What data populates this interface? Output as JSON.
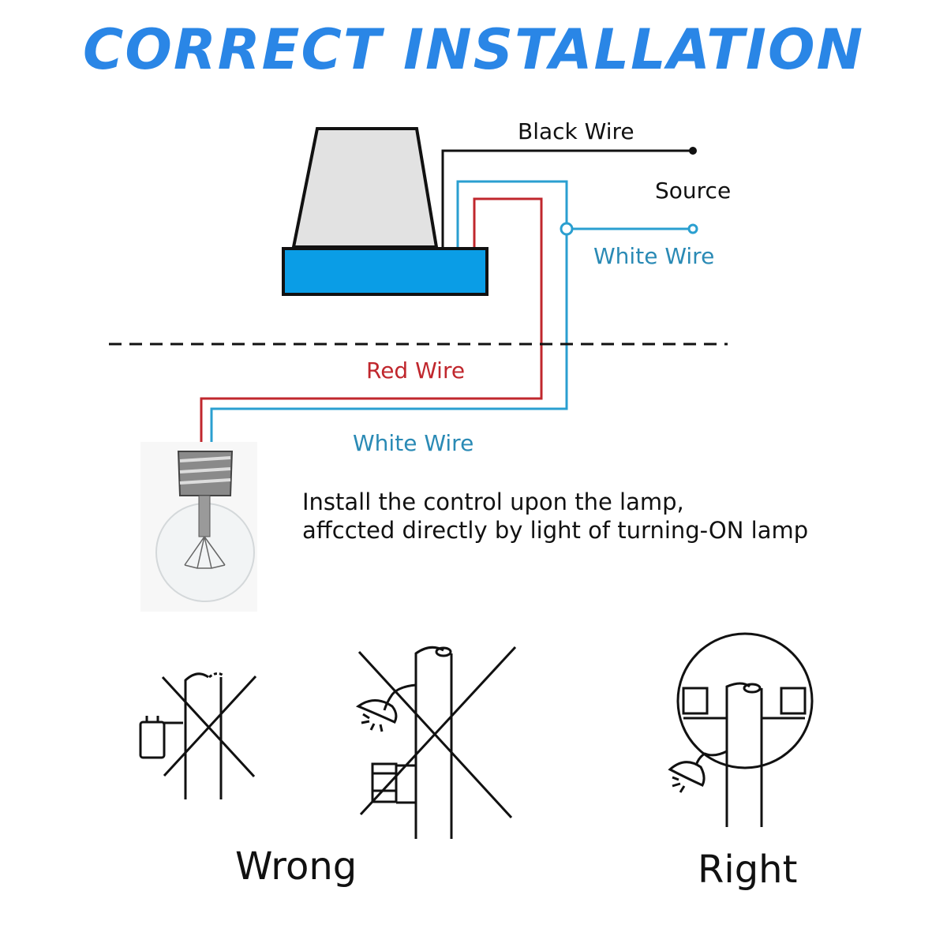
{
  "title": "CORRECT INSTALLATION",
  "colors": {
    "title": "#2a86e6",
    "sensor_base": "#0a9de6",
    "sensor_cap": "#e2e2e2",
    "red_wire": "#c0272d",
    "white_wire": "#2a9fd0",
    "black_wire": "#111111"
  },
  "wiring": {
    "black_wire_label": "Black Wire",
    "source_label": "Source",
    "white_wire_source_label": "White Wire",
    "red_wire_label": "Red Wire",
    "white_wire_lamp_label": "White Wire"
  },
  "note": {
    "line1": "Install the control upon the lamp,",
    "line2": "affccted directly by light of turning-ON lamp"
  },
  "captions": {
    "wrong": "Wrong",
    "right": "Right"
  }
}
